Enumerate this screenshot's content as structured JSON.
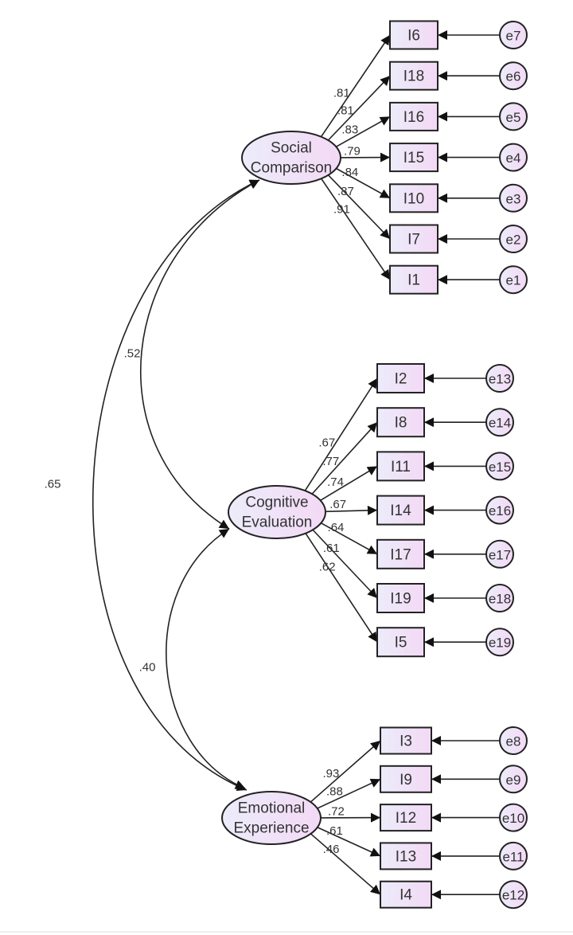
{
  "diagram": {
    "type": "structural-equation-model",
    "colors": {
      "node_fill_start": "#ececfa",
      "node_fill_end": "#f3d9f5",
      "stroke": "#222222",
      "text": "#333333"
    },
    "factors": [
      {
        "id": "social",
        "line1": "Social",
        "line2": "Comparison",
        "indicators": [
          {
            "label": "I6",
            "loading": ".81",
            "error": "e7"
          },
          {
            "label": "I18",
            "loading": ".81",
            "error": "e6"
          },
          {
            "label": "I16",
            "loading": ".83",
            "error": "e5"
          },
          {
            "label": "I15",
            "loading": ".79",
            "error": "e4"
          },
          {
            "label": "I10",
            "loading": ".84",
            "error": "e3"
          },
          {
            "label": "I7",
            "loading": ".87",
            "error": "e2"
          },
          {
            "label": "I1",
            "loading": ".91",
            "error": "e1"
          }
        ]
      },
      {
        "id": "cognitive",
        "line1": "Cognitive",
        "line2": "Evaluation",
        "indicators": [
          {
            "label": "I2",
            "loading": ".67",
            "error": "e13"
          },
          {
            "label": "I8",
            "loading": ".77",
            "error": "e14"
          },
          {
            "label": "I11",
            "loading": ".74",
            "error": "e15"
          },
          {
            "label": "I14",
            "loading": ".67",
            "error": "e16"
          },
          {
            "label": "I17",
            "loading": ".64",
            "error": "e17"
          },
          {
            "label": "I19",
            "loading": ".61",
            "error": "e18"
          },
          {
            "label": "I5",
            "loading": ".62",
            "error": "e19"
          }
        ]
      },
      {
        "id": "emotional",
        "line1": "Emotional",
        "line2": "Experience",
        "indicators": [
          {
            "label": "I3",
            "loading": ".93",
            "error": "e8"
          },
          {
            "label": "I9",
            "loading": ".88",
            "error": "e9"
          },
          {
            "label": "I12",
            "loading": ".72",
            "error": "e10"
          },
          {
            "label": "I13",
            "loading": ".61",
            "error": "e11"
          },
          {
            "label": "I4",
            "loading": ".46",
            "error": "e12"
          }
        ]
      }
    ],
    "covariances": [
      {
        "from": "social",
        "to": "cognitive",
        "value": ".52"
      },
      {
        "from": "social",
        "to": "emotional",
        "value": ".65"
      },
      {
        "from": "cognitive",
        "to": "emotional",
        "value": ".40"
      }
    ]
  }
}
